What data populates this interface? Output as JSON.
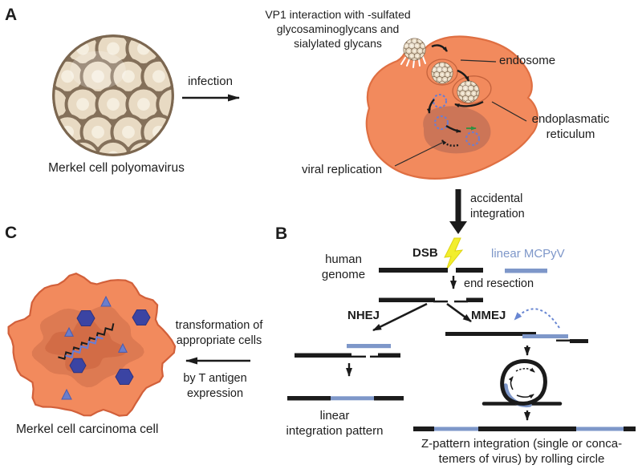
{
  "panel_a": {
    "label": "A",
    "virus_caption": "Merkel cell polyomavirus",
    "infection_label": "infection",
    "vp1_text": "VP1 interaction with -sulfated\nglycosaminoglycans and\nsialylated glycans",
    "endosome_label": "endosome",
    "er_label": "endoplasmatic\nreticulum",
    "viral_replication_label": "viral replication"
  },
  "flow": {
    "accidental_label": "accidental\nintegration"
  },
  "panel_b": {
    "label": "B",
    "human_genome_label": "human\ngenome",
    "dsb_label": "DSB",
    "linear_mcpyv_label": "linear MCPyV",
    "end_resection_label": "end resection",
    "nhej_label": "NHEJ",
    "mmej_label": "MMEJ",
    "linear_pattern_label": "linear\nintegration pattern",
    "z_pattern_label": "Z-pattern integration (single or conca-\ntemers of virus) by rolling circle"
  },
  "panel_c": {
    "label": "C",
    "caption": "Merkel cell carcinoma cell",
    "transformation_label": "transformation of\nappropriate cells",
    "t_antigen_label": "by T antigen\nexpression"
  },
  "colors": {
    "cell_fill": "#f28a5d",
    "cell_stroke": "#df6f42",
    "nucleus_fill": "#cc7557",
    "carcinoma_nucleus": "#dd7a52",
    "carcinoma_patch": "#d06a44",
    "capsid_fill": "#c9b197",
    "capsid_stroke": "#7c6750",
    "capsomer_fill": "#e8dac3",
    "capsomer_inner": "#f5eedf",
    "viral_blue": "#7e97c9",
    "episome_blue": "#6b7dd1",
    "arc_blue": "#6886d2",
    "hexagon_blue": "#3b44a3",
    "triangle_blue": "#6b7ecb",
    "dna_black": "#1b1b1b",
    "lightning_yellow": "#f2ee2d",
    "green": "#2f9040"
  }
}
